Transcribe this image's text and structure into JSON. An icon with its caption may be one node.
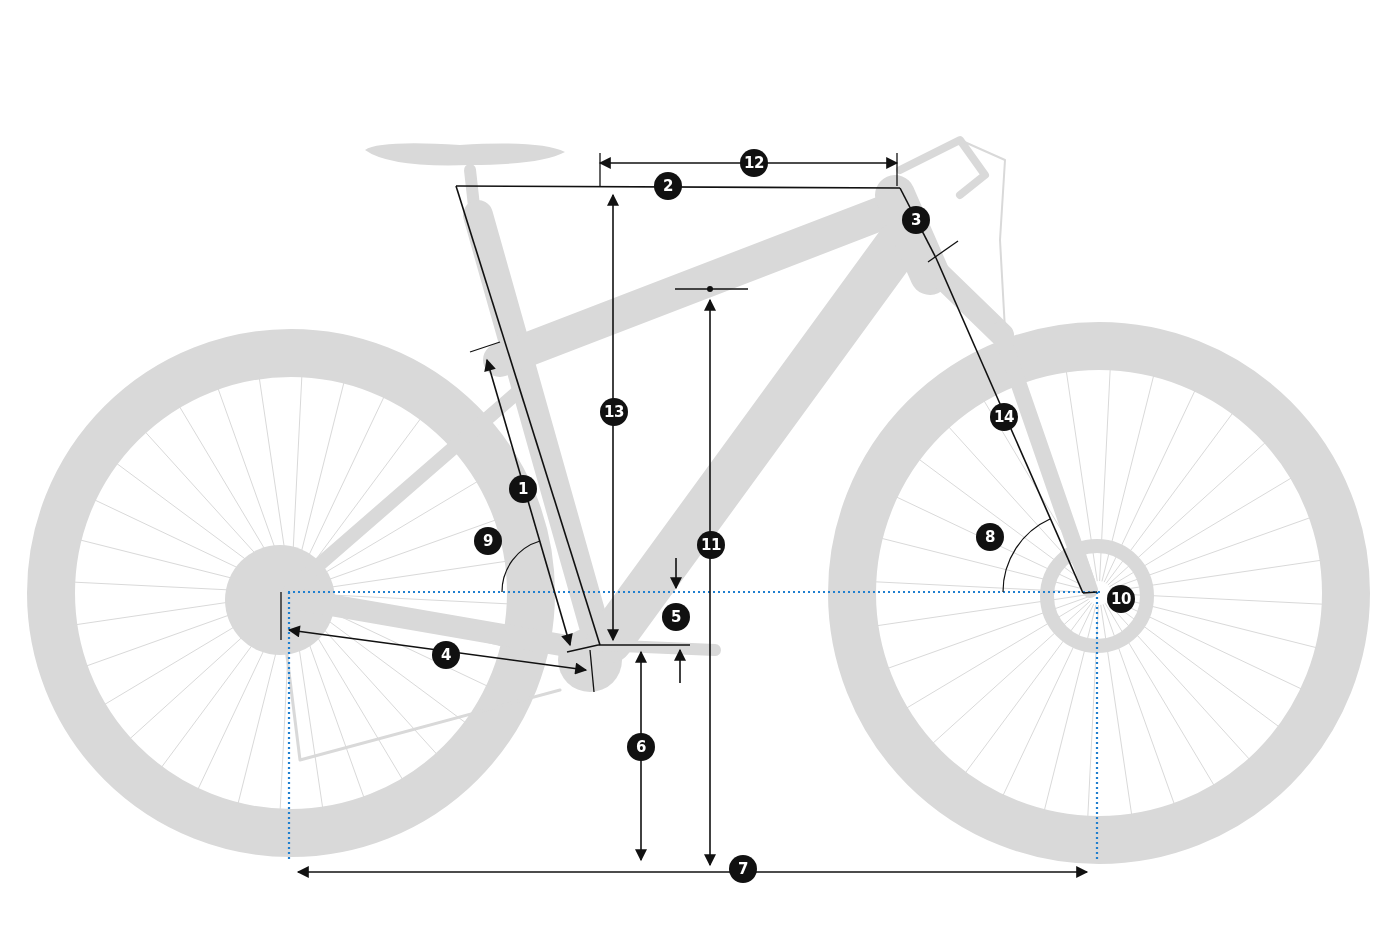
{
  "diagram": {
    "labels": [
      "12",
      "2",
      "3",
      "13",
      "14",
      "1",
      "8",
      "9",
      "11",
      "10",
      "5",
      "4",
      "6",
      "7"
    ]
  }
}
